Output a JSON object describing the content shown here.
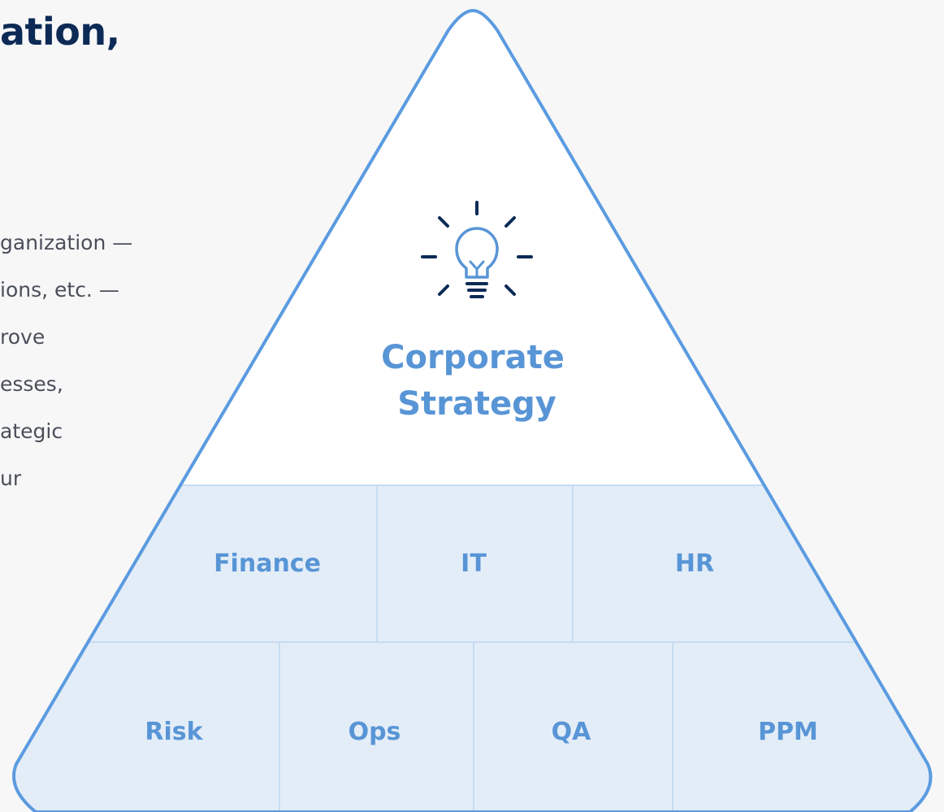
{
  "section": {
    "heading_fragment": "ation,",
    "body_lines": [
      "ganization —",
      "ions, etc. —",
      "rove",
      "esses,",
      "ategic",
      "ur"
    ]
  },
  "pyramid": {
    "top": {
      "icon": "lightbulb-icon",
      "title_lines": [
        "Corporate",
        "Strategy"
      ]
    },
    "middle_row": [
      "Finance",
      "IT",
      "HR"
    ],
    "bottom_row": [
      "Risk",
      "Ops",
      "QA",
      "PPM"
    ]
  },
  "colors": {
    "heading": "#0c2a55",
    "outline": "#5b9be0",
    "label": "#5895d6",
    "cell_fill": "#e3edf8",
    "cell_divider": "#c6dcf2",
    "icon": "#0c2a55"
  }
}
